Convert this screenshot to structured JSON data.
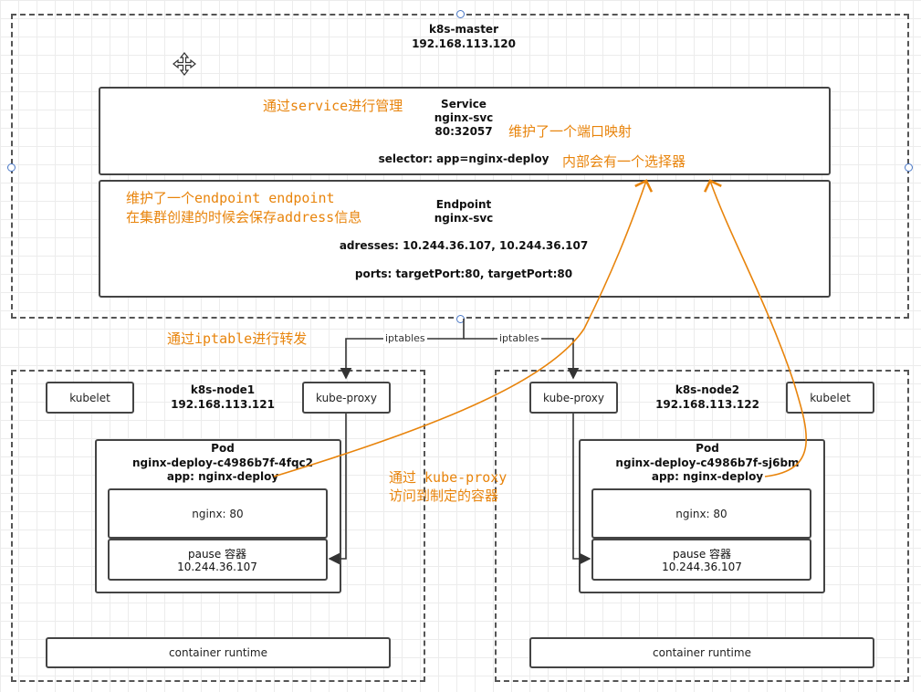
{
  "master": {
    "title": "k8s-master",
    "ip": "192.168.113.120"
  },
  "service": {
    "title": "Service",
    "name": "nginx-svc",
    "port": "80:32057",
    "selector": "selector: app=nginx-deploy"
  },
  "endpoint": {
    "title": "Endpoint",
    "name": "nginx-svc",
    "addresses": "adresses: 10.244.36.107, 10.244.36.107",
    "ports": "ports: targetPort:80, targetPort:80"
  },
  "node1": {
    "title": "k8s-node1",
    "ip": "192.168.113.121",
    "kubelet": "kubelet",
    "proxy": "kube-proxy",
    "pod_title": "Pod",
    "pod_name": "nginx-deploy-c4986b7f-4fqc2",
    "pod_label": "app: nginx-deploy",
    "nginx": "nginx: 80",
    "pause": "pause 容器",
    "pause_ip": "10.244.36.107",
    "runtime": "container runtime"
  },
  "node2": {
    "title": "k8s-node2",
    "ip": "192.168.113.122",
    "kubelet": "kubelet",
    "proxy": "kube-proxy",
    "pod_title": "Pod",
    "pod_name": "nginx-deploy-c4986b7f-sj6bm",
    "pod_label": "app: nginx-deploy",
    "nginx": "nginx: 80",
    "pause": "pause 容器",
    "pause_ip": "10.244.36.107",
    "runtime": "container runtime"
  },
  "edges": {
    "iptables_left": "iptables",
    "iptables_right": "iptables"
  },
  "notes": {
    "service_manage": "通过service进行管理",
    "port_map": "维护了一个端口映射",
    "selector": "内部会有一个选择器",
    "endpoint_line1": "维护了一个endpoint endpoint",
    "endpoint_line2": "在集群创建的时候会保存address信息",
    "iptable": "通过iptable进行转发",
    "proxy_line1": "通过 kube-proxy",
    "proxy_line2": "访问到制定的容器"
  },
  "colors": {
    "annotation": "#e8840c",
    "border": "#444444"
  }
}
